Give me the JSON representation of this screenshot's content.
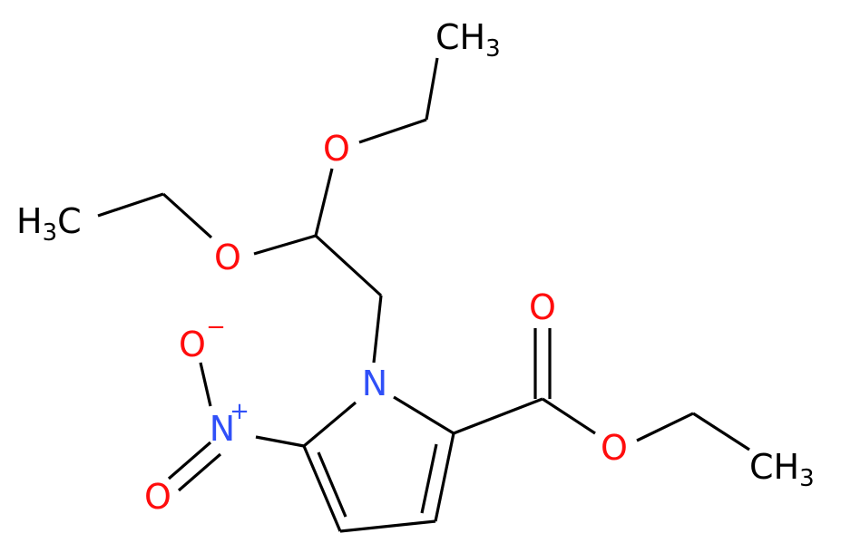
{
  "molecule": {
    "colors": {
      "bond": "#000000",
      "carbon": "#000000",
      "oxygen": "#ff0d0d",
      "nitrogen": "#3050f8"
    },
    "atoms": {
      "o_top_ethoxy": "O",
      "o_left_ethoxy": "O",
      "n_ring": "N",
      "n_nitro": "N",
      "n_nitro_charge": "+",
      "o_nitro_top": "O",
      "o_nitro_top_charge": "−",
      "o_nitro_bottom": "O",
      "o_carbonyl": "O",
      "o_ester": "O"
    },
    "groups": {
      "ch3_top": {
        "main": "CH",
        "sub": "3"
      },
      "ch3_left": {
        "main": "H",
        "sub": "3",
        "tail": "C"
      },
      "ch3_right": {
        "main": "CH",
        "sub": "3"
      }
    }
  }
}
